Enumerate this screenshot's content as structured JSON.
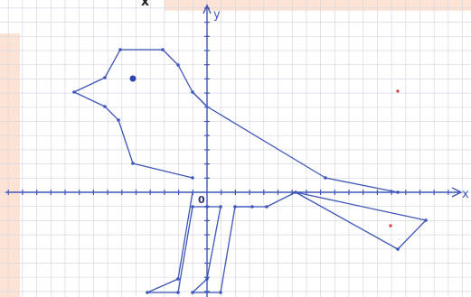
{
  "labels": {
    "y_axis": "y",
    "x_axis": "x",
    "origin": "0",
    "top_fragment": "x"
  },
  "colors": {
    "ink": "#3f56b8",
    "grid": "#cfd4dd",
    "paper_tint": "#fde3d6",
    "red_mark": "#d23a3a"
  },
  "figure": {
    "description_type": "coordinate-grid drawing of a bird (polyline outline on graph paper)",
    "has_grid": true,
    "axes": [
      "x",
      "y"
    ]
  }
}
